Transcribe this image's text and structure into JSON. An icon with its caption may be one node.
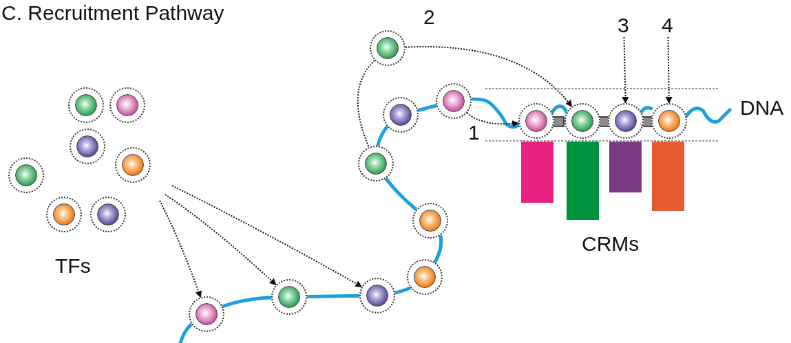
{
  "diagram": {
    "title": "C. Recruitment Pathway",
    "nodes": [
      {
        "text": [],
        "shape": "circle"
      },
      {
        "text": [],
        "shape": "circle"
      },
      {
        "text": [],
        "shape": "circle"
      },
      {
        "text": [],
        "shape": "circle"
      },
      {
        "text": [],
        "shape": "circle"
      },
      {
        "text": [],
        "shape": "circle"
      },
      {
        "text": [],
        "shape": "circle"
      },
      {
        "text": [],
        "shape": "circle"
      },
      {
        "text": [],
        "shape": "circle"
      },
      {
        "text": [],
        "shape": "circle"
      },
      {
        "text": [],
        "shape": "circle"
      },
      {
        "text": [],
        "shape": "circle"
      },
      {
        "text": [],
        "shape": "circle"
      },
      {
        "text": [],
        "shape": "circle"
      },
      {
        "text": [],
        "shape": "circle"
      },
      {
        "text": [],
        "shape": "circle"
      },
      {
        "text": [],
        "shape": "circle"
      },
      {
        "text": [],
        "shape": "circle"
      },
      {
        "text": [],
        "shape": "circle"
      },
      {
        "text": [],
        "shape": "circle"
      },
      {
        "text": [
          "3"
        ]
      },
      {
        "text": [
          "4"
        ]
      }
    ],
    "edges": [
      {
        "from": null,
        "to": 7,
        "arrow": "to",
        "style": "dashed"
      },
      {
        "from": null,
        "to": 8,
        "arrow": "to",
        "style": "dashed"
      },
      {
        "from": null,
        "to": 9,
        "arrow": "to",
        "style": "dashed"
      },
      {
        "from": 14,
        "to": 16,
        "arrow": "to",
        "style": "dashed",
        "label": "1"
      },
      {
        "from": 15,
        "to": 17,
        "arrow": "to",
        "style": "dashed",
        "label": "2"
      },
      {
        "from": 20,
        "to": 18,
        "arrow": "to",
        "style": "dashed"
      },
      {
        "from": 21,
        "to": 19,
        "arrow": "to",
        "style": "dashed"
      },
      {
        "from": 15,
        "to": 12,
        "arrow": "none",
        "style": "dashed"
      }
    ],
    "labels": [
      "DNA",
      "TFs",
      "CRMs"
    ]
  }
}
